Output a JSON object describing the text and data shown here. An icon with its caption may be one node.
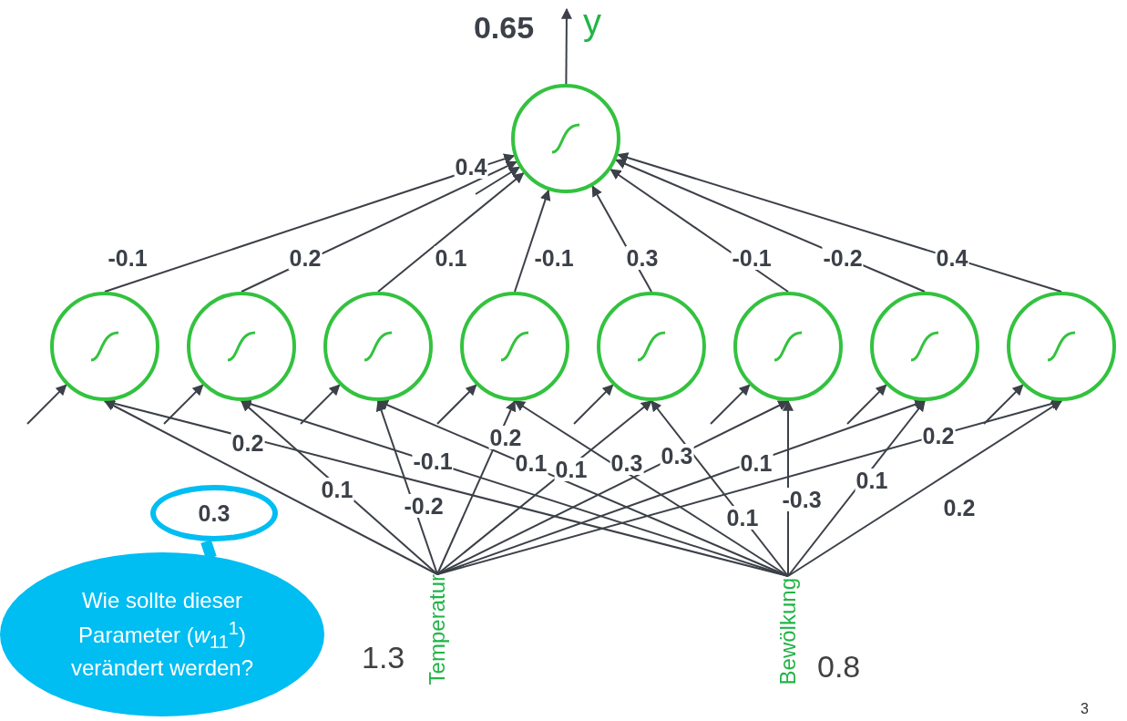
{
  "diagram": {
    "nodes": [
      {
        "text": [],
        "shape": "circle"
      },
      {
        "text": [
          "y"
        ]
      },
      {
        "text": [],
        "shape": "circle"
      },
      {
        "text": [],
        "shape": "circle"
      },
      {
        "text": [],
        "shape": "circle"
      },
      {
        "text": [],
        "shape": "circle"
      },
      {
        "text": [],
        "shape": "circle"
      },
      {
        "text": [],
        "shape": "circle"
      },
      {
        "text": [],
        "shape": "circle"
      },
      {
        "text": [],
        "shape": "circle"
      },
      {
        "text": [
          "Temperatur"
        ],
        "beside": [
          "1.3"
        ]
      },
      {
        "text": [
          "Bewölkung"
        ],
        "beside": [
          "0.8"
        ]
      },
      {
        "text": [],
        "shape": "circle"
      },
      {
        "text": [
          "Wie sollte dieser Parameter (*w*$_{11}$$^{1}$) verändert werden?"
        ]
      }
    ],
    "edges": [
      {
        "from": 0,
        "to": 1,
        "arrow": "to",
        "label": "0.65"
      },
      {
        "from": null,
        "to": 0,
        "arrow": "to",
        "label": "0.4"
      },
      {
        "from": 2,
        "to": 0,
        "arrow": "to",
        "label": "-0.1"
      },
      {
        "from": 3,
        "to": 0,
        "arrow": "to",
        "label": "0.2"
      },
      {
        "from": 4,
        "to": 0,
        "arrow": "to",
        "label": "0.1"
      },
      {
        "from": 5,
        "to": 0,
        "arrow": "to",
        "label": "-0.1"
      },
      {
        "from": 6,
        "to": 0,
        "arrow": "to",
        "label": "0.3"
      },
      {
        "from": 7,
        "to": 0,
        "arrow": "to",
        "label": "-0.1"
      },
      {
        "from": 8,
        "to": 0,
        "arrow": "to",
        "label": "-0.2"
      },
      {
        "from": 9,
        "to": 0,
        "arrow": "to",
        "label": "0.4"
      },
      {
        "from": null,
        "to": 2,
        "arrow": "to"
      },
      {
        "from": null,
        "to": 3,
        "arrow": "to"
      },
      {
        "from": null,
        "to": 4,
        "arrow": "to"
      },
      {
        "from": null,
        "to": 5,
        "arrow": "to"
      },
      {
        "from": null,
        "to": 6,
        "arrow": "to"
      },
      {
        "from": null,
        "to": 7,
        "arrow": "to"
      },
      {
        "from": null,
        "to": 8,
        "arrow": "to"
      },
      {
        "from": null,
        "to": 9,
        "arrow": "to"
      },
      {
        "from": 10,
        "to": 2,
        "arrow": "to",
        "label": "0.3"
      },
      {
        "from": 10,
        "to": 3,
        "arrow": "to",
        "label": "0.1"
      },
      {
        "from": 10,
        "to": 4,
        "arrow": "to",
        "label": "-0.2"
      },
      {
        "from": 10,
        "to": 5,
        "arrow": "to",
        "label": "0.2"
      },
      {
        "from": 10,
        "to": 6,
        "arrow": "to",
        "label": "0.1"
      },
      {
        "from": 10,
        "to": 7,
        "arrow": "to",
        "label": "0.3"
      },
      {
        "from": 10,
        "to": 8,
        "arrow": "to",
        "label": "0.1"
      },
      {
        "from": 10,
        "to": 9,
        "arrow": "to",
        "label": "0.2"
      },
      {
        "from": 11,
        "to": 2,
        "arrow": "to",
        "label": "0.2"
      },
      {
        "from": 11,
        "to": 3,
        "arrow": "to",
        "label": "-0.1"
      },
      {
        "from": 11,
        "to": 4,
        "arrow": "to",
        "label": "0.1"
      },
      {
        "from": 11,
        "to": 5,
        "arrow": "to",
        "label": "0.3"
      },
      {
        "from": 11,
        "to": 6,
        "arrow": "to",
        "label": "0.1"
      },
      {
        "from": 11,
        "to": 7,
        "arrow": "to",
        "label": "-0.3"
      },
      {
        "from": 11,
        "to": 8,
        "arrow": "to",
        "label": "0.1"
      },
      {
        "from": 11,
        "to": 9,
        "arrow": "to",
        "label": "0.2"
      },
      {
        "from": 13,
        "to": 12,
        "arrow": "none",
        "style": "thick",
        "color": "#00bdf2"
      }
    ],
    "labels": [
      "3"
    ]
  }
}
